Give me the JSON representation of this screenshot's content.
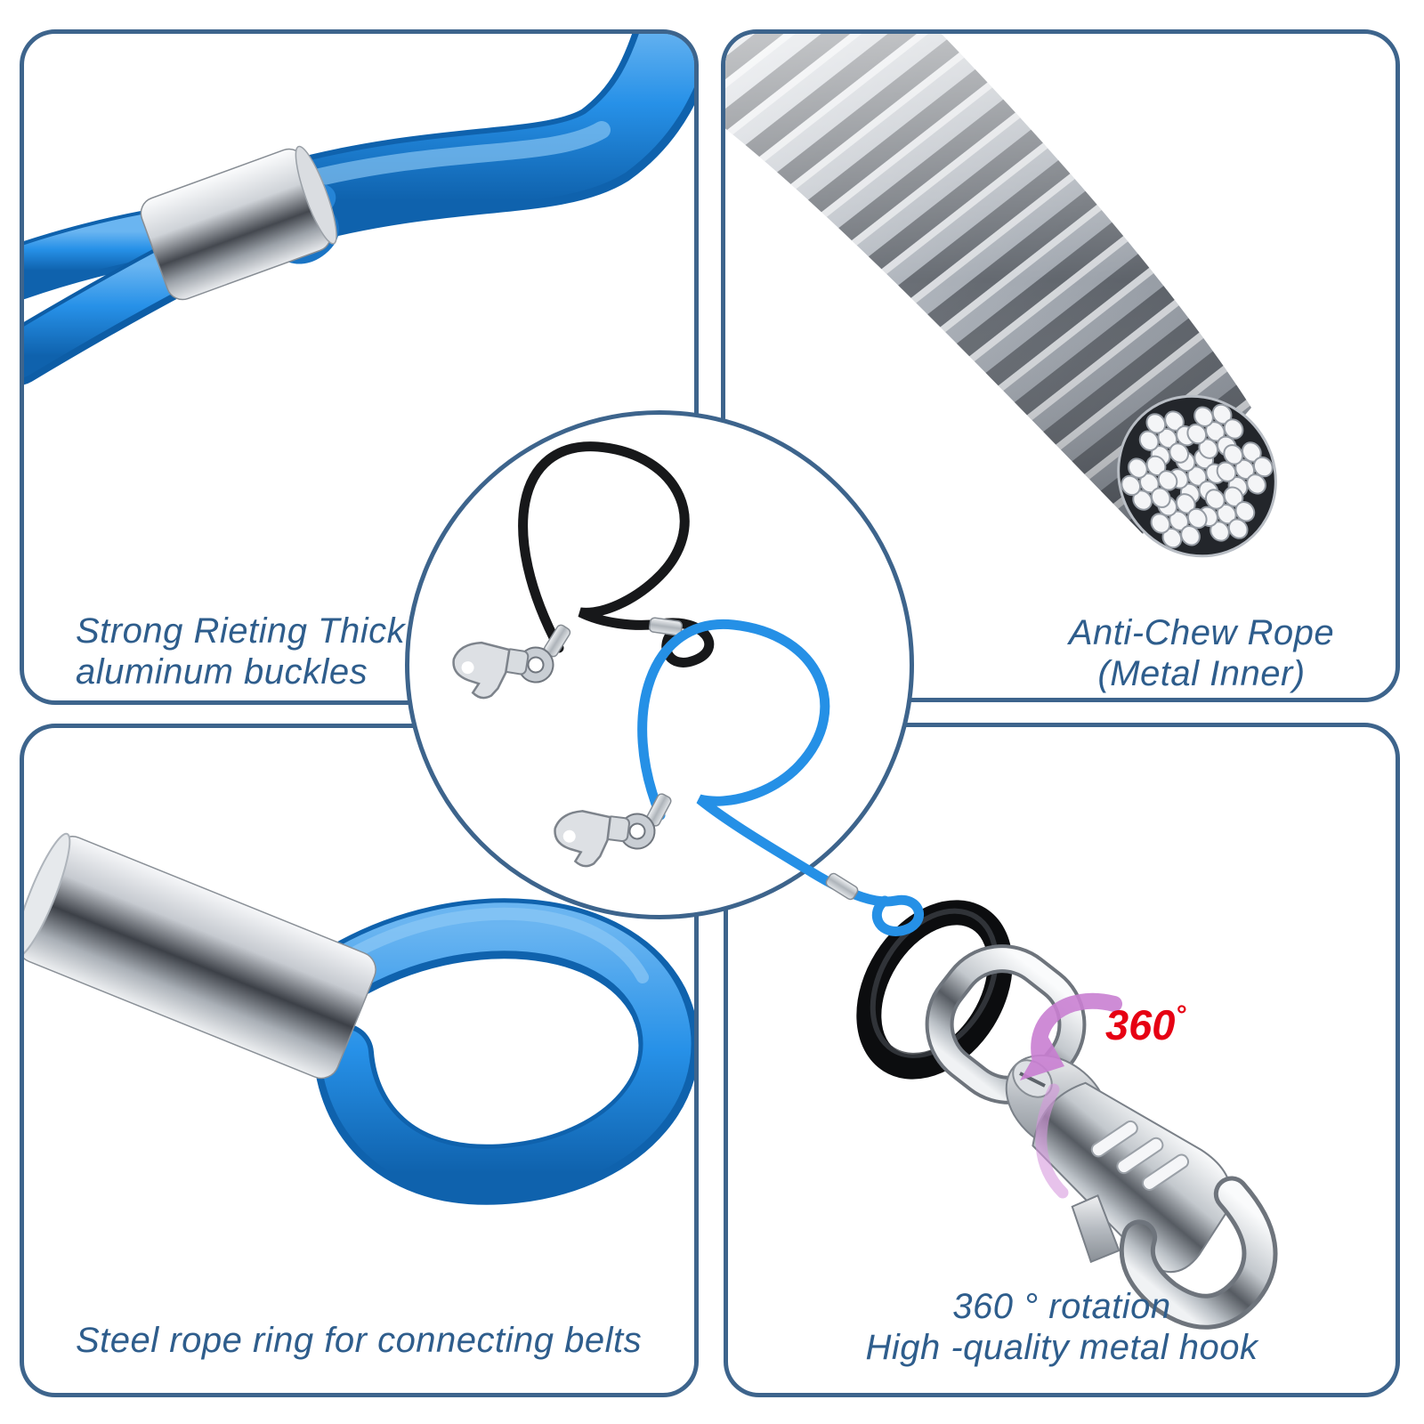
{
  "meta": {
    "title": "Dog tie-out cable feature infographic"
  },
  "colors": {
    "panel_border": "#3d648c",
    "caption_text": "#2e5d8c",
    "rotation_red": "#e60013",
    "rotation_arrow_pink": "#c97fd2",
    "cable_blue": "#2791e8",
    "cable_black": "#17181a",
    "metal_light": "#eceef1",
    "metal_dark": "#6b7078"
  },
  "panels": {
    "top_left": {
      "photo": "blue-cable-with-aluminum-crimp-buckle",
      "caption": [
        "Strong Rieting Thick",
        "aluminum buckles"
      ]
    },
    "top_right": {
      "photo": "twisted-steel-wire-rope-cut-cross-section",
      "caption": [
        "Anti-Chew Rope",
        "(Metal Inner)"
      ]
    },
    "bottom_left": {
      "photo": "blue-steel-rope-loop-in-chrome-ferrule",
      "caption": [
        "Steel rope ring for connecting belts"
      ]
    },
    "bottom_right": {
      "photo": "swivel-metal-snap-hook-with-black-rubber-ring",
      "rotation_badge": {
        "value": "360",
        "unit": "°"
      },
      "caption": [
        "360 ° rotation",
        "High -quality metal hook"
      ]
    }
  },
  "center": {
    "photo": "two-tie-out-cables-black-and-blue-with-snap-hooks"
  }
}
